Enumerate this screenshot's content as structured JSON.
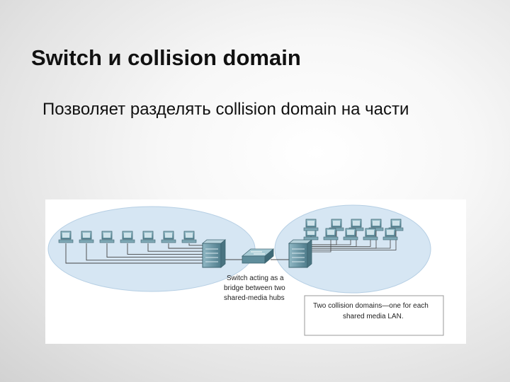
{
  "slide": {
    "title": "Switch и collision domain",
    "body": "Позволяет разделять collision domain на части"
  },
  "diagram": {
    "left_domain_pcs": 7,
    "right_domain_pcs": 10,
    "switch_label": [
      "Switch acting as a",
      "bridge between two",
      "shared-media hubs"
    ],
    "callout_label": [
      "Two collision domains—one for each",
      "shared media LAN."
    ],
    "colors": {
      "domain_fill": "#d6e6f3",
      "domain_stroke": "#b6cfe4",
      "device": "#6d9aa8",
      "wire": "#444444",
      "callout_border": "#999999"
    }
  }
}
